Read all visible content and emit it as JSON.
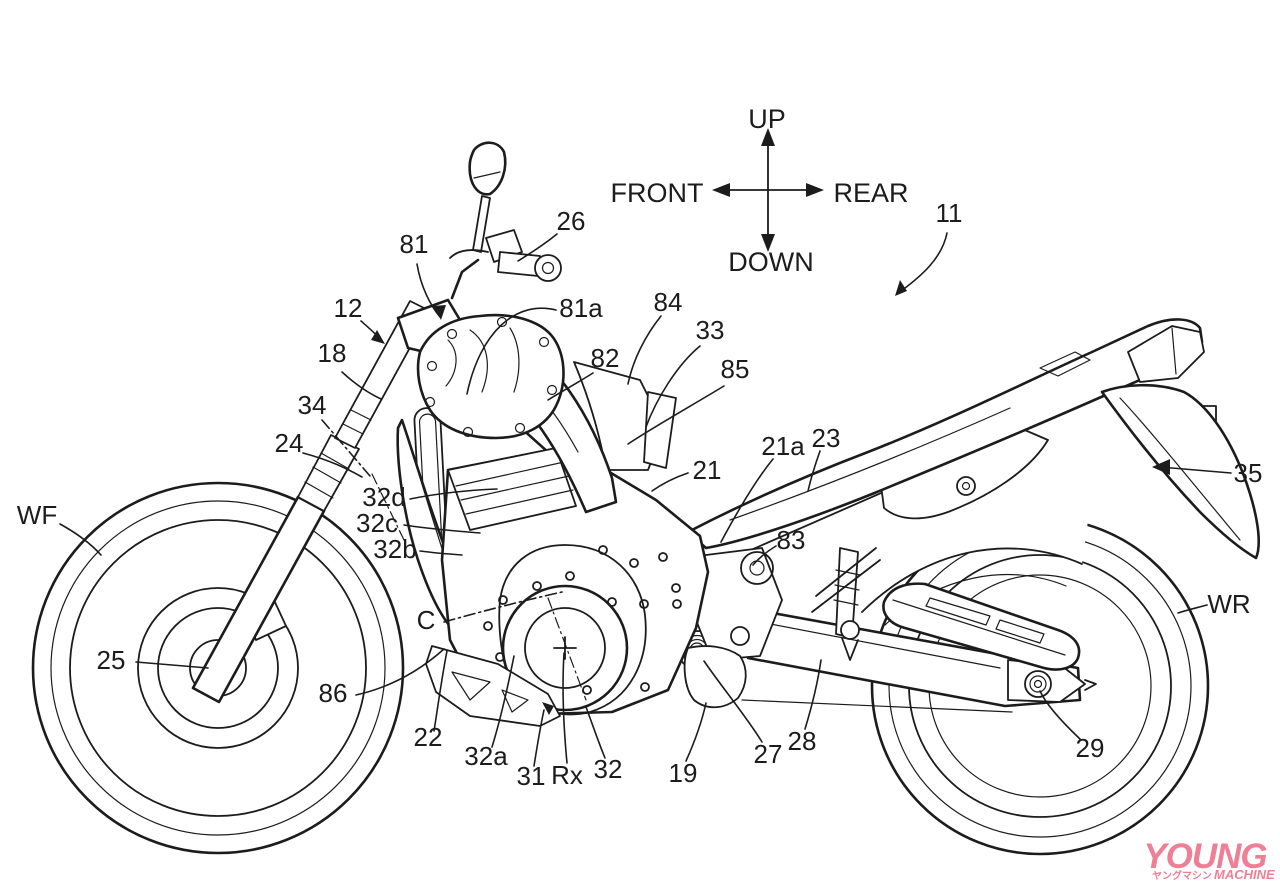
{
  "drawing": {
    "ink": "#1c1c1c",
    "background": "#ffffff"
  },
  "compass": {
    "up": "UP",
    "down": "DOWN",
    "front": "FRONT",
    "rear": "REAR"
  },
  "callouts": {
    "n11": "11",
    "n12": "12",
    "n18": "18",
    "n19": "19",
    "n21": "21",
    "n21a": "21a",
    "n22": "22",
    "n23": "23",
    "n24": "24",
    "n25": "25",
    "n26": "26",
    "n27": "27",
    "n28": "28",
    "n29": "29",
    "n31": "31",
    "n32": "32",
    "n32a": "32a",
    "n32b": "32b",
    "n32c": "32c",
    "n32d": "32d",
    "n33": "33",
    "n34": "34",
    "n35": "35",
    "n81": "81",
    "n81a": "81a",
    "n82": "82",
    "n83": "83",
    "n84": "84",
    "n85": "85",
    "n86": "86",
    "wf": "WF",
    "wr": "WR",
    "c": "C",
    "rx": "Rx"
  },
  "logo": {
    "young": "YOUNG",
    "machine": "MACHINE",
    "katakana": "ヤングマシン",
    "color": "#ef7f95"
  }
}
